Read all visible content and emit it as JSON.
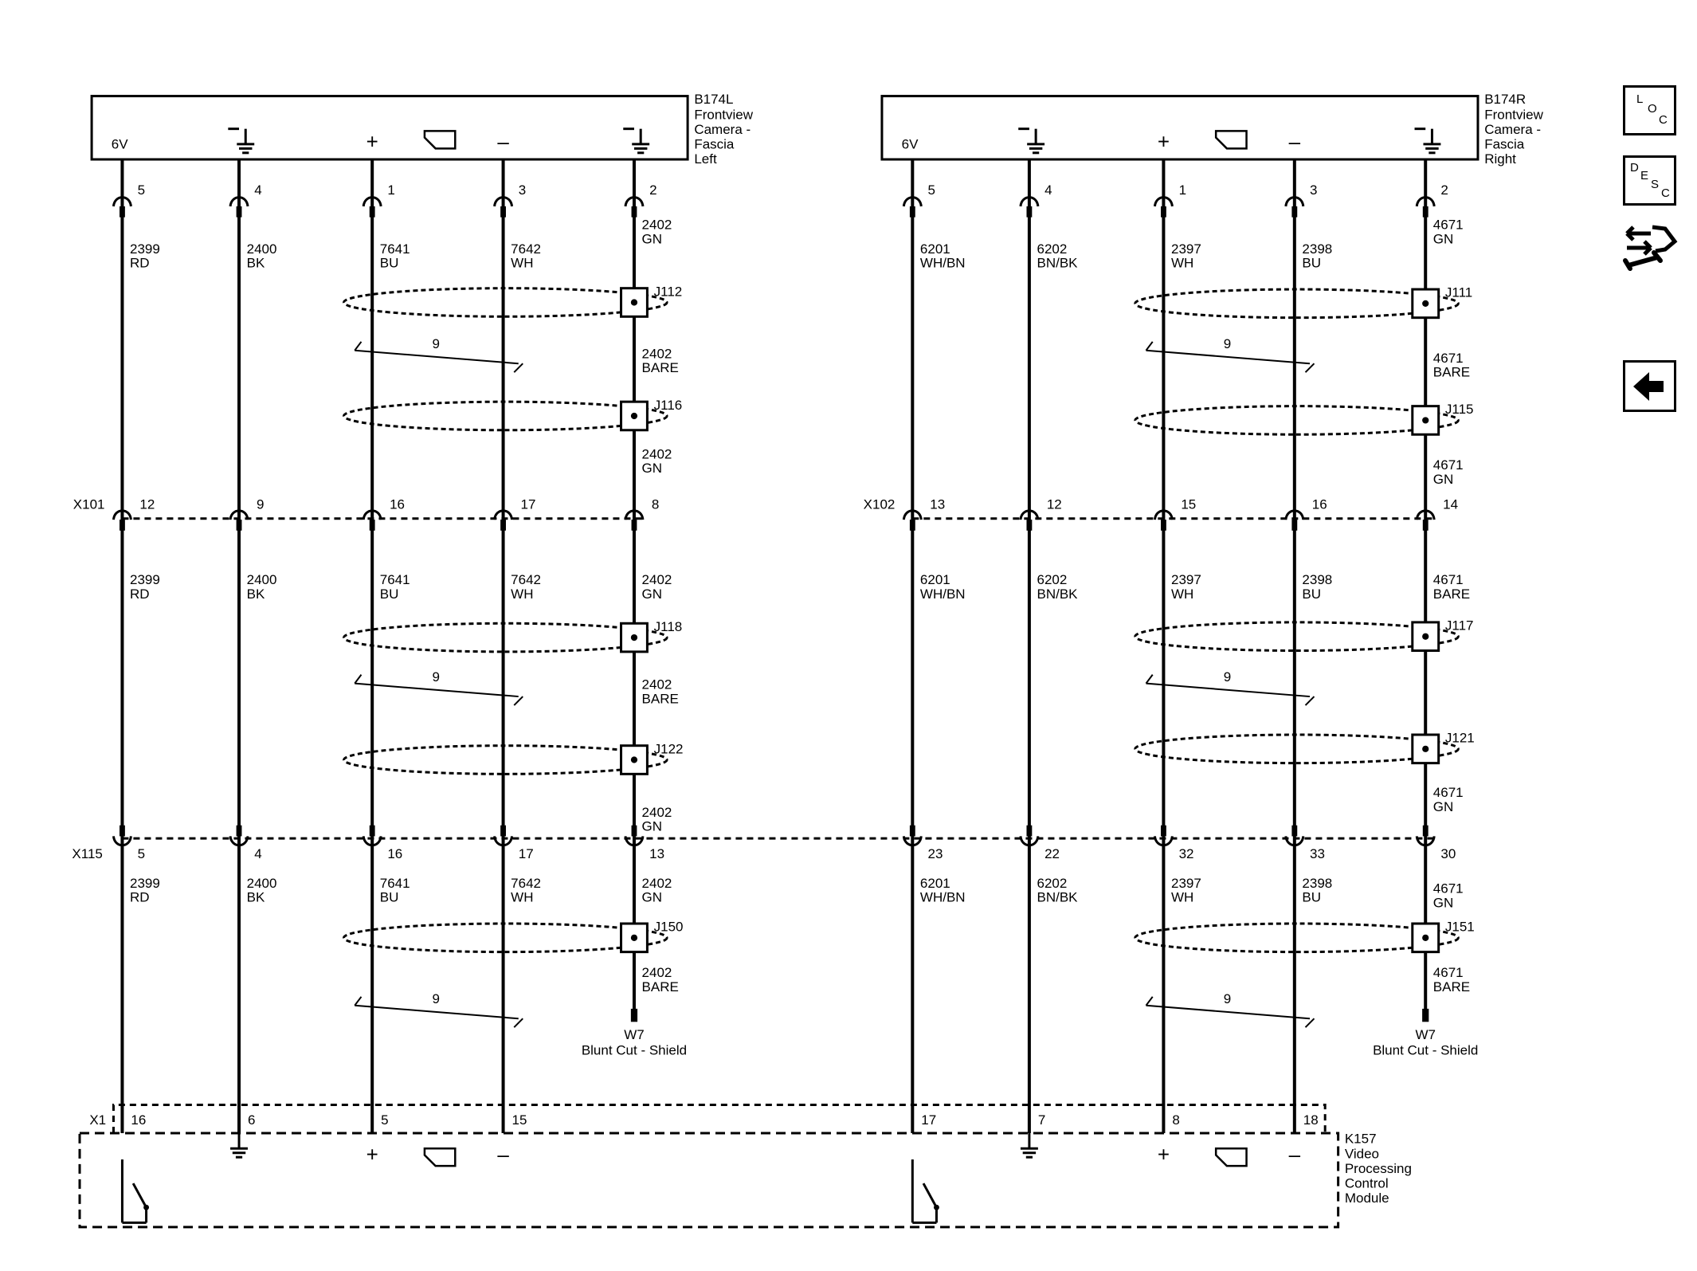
{
  "side_buttons": {
    "loc": [
      "L",
      "O",
      "C"
    ],
    "desc": [
      "D",
      "E",
      "S",
      "C"
    ]
  },
  "components": {
    "left_camera": {
      "name": "B174L",
      "desc": [
        "Frontview",
        "Camera -",
        "Fascia",
        "Left"
      ],
      "voltage": "6V"
    },
    "right_camera": {
      "name": "B174R",
      "desc": [
        "Frontview",
        "Camera -",
        "Fascia",
        "Right"
      ],
      "voltage": "6V"
    },
    "module": {
      "name": "K157",
      "desc": [
        "Video",
        "Processing",
        "Control",
        "Module"
      ],
      "connector": "X1"
    }
  },
  "connectors": {
    "x101": "X101",
    "x102": "X102",
    "x115": "X115"
  },
  "left_pins": {
    "top": [
      "5",
      "4",
      "1",
      "3",
      "2"
    ],
    "x101": [
      "12",
      "9",
      "16",
      "17",
      "8"
    ],
    "x115": [
      "5",
      "4",
      "16",
      "17",
      "13"
    ],
    "module": [
      "16",
      "6",
      "5",
      "15"
    ]
  },
  "right_pins": {
    "top": [
      "5",
      "4",
      "1",
      "3",
      "2"
    ],
    "x102": [
      "13",
      "12",
      "15",
      "16",
      "14"
    ],
    "x115": [
      "23",
      "22",
      "32",
      "33",
      "30"
    ],
    "module": [
      "17",
      "7",
      "8",
      "18"
    ]
  },
  "left_wires": {
    "s1": [
      [
        "2399",
        "RD"
      ],
      [
        "2400",
        "BK"
      ],
      [
        "7641",
        "BU"
      ],
      [
        "7642",
        "WH"
      ]
    ],
    "s2": [
      [
        "2399",
        "RD"
      ],
      [
        "2400",
        "BK"
      ],
      [
        "7641",
        "BU"
      ],
      [
        "7642",
        "WH"
      ]
    ],
    "s3": [
      [
        "2399",
        "RD"
      ],
      [
        "2400",
        "BK"
      ],
      [
        "7641",
        "BU"
      ],
      [
        "7642",
        "WH"
      ]
    ],
    "drain": [
      [
        "2402",
        "GN"
      ],
      [
        "2402",
        "BARE"
      ],
      [
        "2402",
        "GN"
      ],
      [
        "2402",
        "GN"
      ],
      [
        "2402",
        "BARE"
      ],
      [
        "2402",
        "GN"
      ],
      [
        "2402",
        "GN"
      ],
      [
        "2402",
        "BARE"
      ]
    ]
  },
  "right_wires": {
    "s1": [
      [
        "6201",
        "WH/BN"
      ],
      [
        "6202",
        "BN/BK"
      ],
      [
        "2397",
        "WH"
      ],
      [
        "2398",
        "BU"
      ]
    ],
    "s2": [
      [
        "6201",
        "WH/BN"
      ],
      [
        "6202",
        "BN/BK"
      ],
      [
        "2397",
        "WH"
      ],
      [
        "2398",
        "BU"
      ]
    ],
    "s3": [
      [
        "6201",
        "WH/BN"
      ],
      [
        "6202",
        "BN/BK"
      ],
      [
        "2397",
        "WH"
      ],
      [
        "2398",
        "BU"
      ]
    ],
    "drain": [
      [
        "4671",
        "GN"
      ],
      [
        "4671",
        "BARE"
      ],
      [
        "4671",
        "GN"
      ],
      [
        "4671",
        "BARE"
      ],
      [
        "4671",
        "GN"
      ],
      [
        "4671",
        "GN"
      ],
      [
        "4671",
        "BARE"
      ]
    ]
  },
  "splices": {
    "left": [
      "J112",
      "J116",
      "J118",
      "J122",
      "J150"
    ],
    "right": [
      "J111",
      "J115",
      "J117",
      "J121",
      "J151"
    ]
  },
  "twist": "9",
  "shield": {
    "id": "W7",
    "label": "Blunt Cut - Shield"
  },
  "symbols": {
    "plus": "+",
    "minus": "–"
  }
}
